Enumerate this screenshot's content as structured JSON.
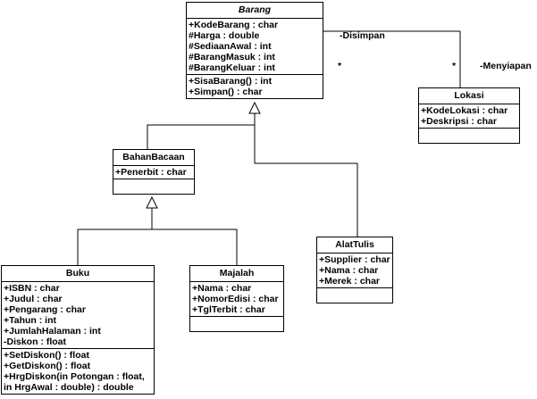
{
  "classes": {
    "barang": {
      "name": "Barang",
      "attributes": [
        "+KodeBarang : char",
        "#Harga : double",
        "#SediaanAwal : int",
        "#BarangMasuk : int",
        "#BarangKeluar : int"
      ],
      "operations": [
        "+SisaBarang() : int",
        "+Simpan() : char"
      ]
    },
    "lokasi": {
      "name": "Lokasi",
      "attributes": [
        "+KodeLokasi : char",
        "+Deskripsi : char"
      ],
      "operations": []
    },
    "bahanbacaan": {
      "name": "BahanBacaan",
      "attributes": [
        "+Penerbit : char"
      ],
      "operations": []
    },
    "alattulis": {
      "name": "AlatTulis",
      "attributes": [
        "+Supplier : char",
        "+Nama : char",
        "+Merek : char"
      ],
      "operations": []
    },
    "buku": {
      "name": "Buku",
      "attributes": [
        "+ISBN : char",
        "+Judul : char",
        "+Pengarang : char",
        "+Tahun : int",
        "+JumlahHalaman : int",
        "-Diskon : float"
      ],
      "operations": [
        "+SetDiskon() : float",
        "+GetDiskon() : float",
        "+HrgDiskon(in Potongan : float,",
        "in HrgAwal : double) : double"
      ]
    },
    "majalah": {
      "name": "Majalah",
      "attributes": [
        "+Nama : char",
        "+NomorEdisi : char",
        "+TglTerbit : char"
      ],
      "operations": []
    }
  },
  "association": {
    "role_barang": "-Disimpan",
    "role_lokasi": "-Menyiapan",
    "mult_barang": "*",
    "mult_lokasi": "*"
  }
}
